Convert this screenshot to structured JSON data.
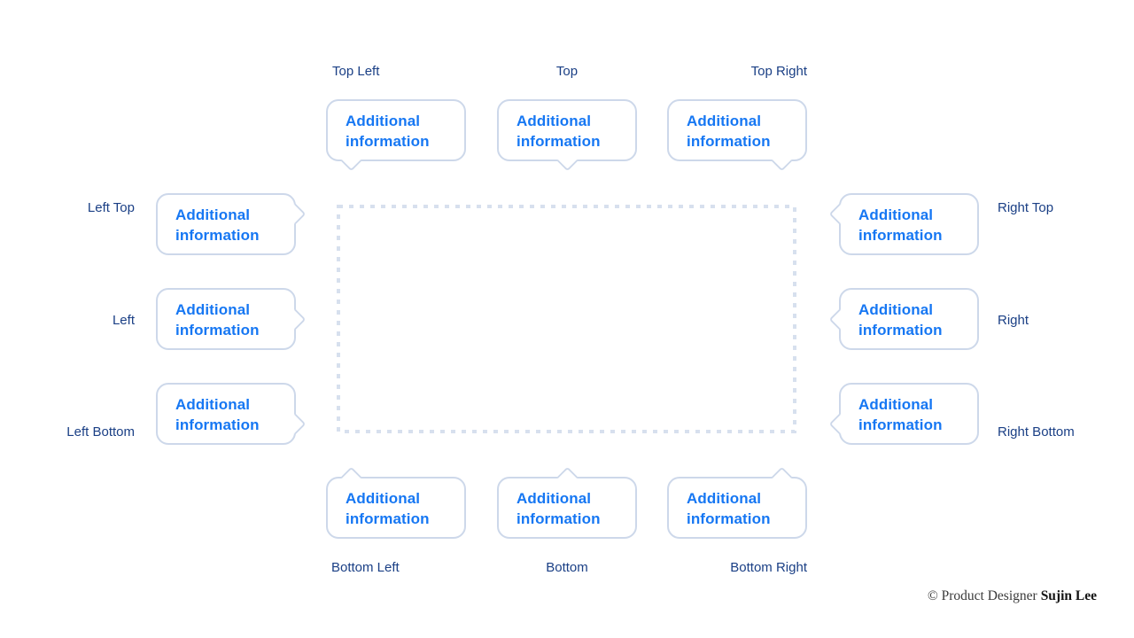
{
  "diagram": {
    "positions": [
      {
        "id": "top-left",
        "label": "Top Left",
        "text": "Additional information"
      },
      {
        "id": "top",
        "label": "Top",
        "text": "Additional information"
      },
      {
        "id": "top-right",
        "label": "Top Right",
        "text": "Additional information"
      },
      {
        "id": "left-top",
        "label": "Left Top",
        "text": "Additional information"
      },
      {
        "id": "left",
        "label": "Left",
        "text": "Additional information"
      },
      {
        "id": "left-bottom",
        "label": "Left Bottom",
        "text": "Additional information"
      },
      {
        "id": "right-top",
        "label": "Right Top",
        "text": "Additional information"
      },
      {
        "id": "right",
        "label": "Right",
        "text": "Additional information"
      },
      {
        "id": "right-bottom",
        "label": "Right Bottom",
        "text": "Additional information"
      },
      {
        "id": "bottom-left",
        "label": "Bottom Left",
        "text": "Additional information"
      },
      {
        "id": "bottom",
        "label": "Bottom",
        "text": "Additional information"
      },
      {
        "id": "bottom-right",
        "label": "Bottom Right",
        "text": "Additional information"
      }
    ]
  },
  "footer": {
    "text": "© Product Designer",
    "author": "Sujin Lee"
  },
  "colors": {
    "tooltip_text": "#1677F3",
    "tooltip_border": "#CDD8EA",
    "label_text": "#1A3F85",
    "target_border": "#D7E0EE",
    "credit_text": "#3A3A3A",
    "credit_name": "#141414"
  }
}
